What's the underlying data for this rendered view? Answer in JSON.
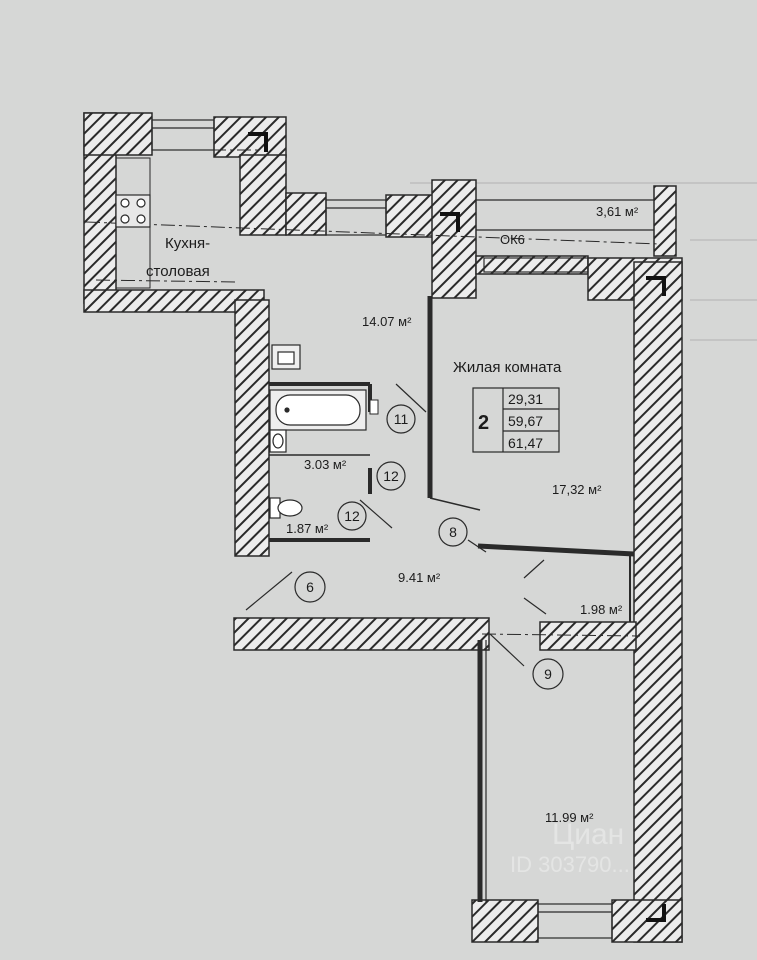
{
  "rooms": {
    "kitchen_name": "Кухня-",
    "kitchen_name2": "столовая",
    "kitchen_area": "14.07 м²",
    "living_name": "Жилая комната",
    "living_area": "17,32 м²",
    "bath_area": "3.03 м²",
    "wc_area": "1.87 м²",
    "hall_area": "9.41 м²",
    "closet_area": "1.98 м²",
    "bedroom_area": "11.99 м²",
    "balcony_area": "3,61 м²",
    "window_label": "ОК6"
  },
  "summary": {
    "rooms_count": "2",
    "living": "29,31",
    "total": "59,67",
    "total_with_balcony": "61,47"
  },
  "markers": [
    "11",
    "12",
    "12",
    "8",
    "6",
    "9"
  ],
  "watermark": [
    "Циан",
    "ID 303790..."
  ],
  "colors": {
    "background": "#d6d7d6",
    "line": "#2a2a2a"
  }
}
